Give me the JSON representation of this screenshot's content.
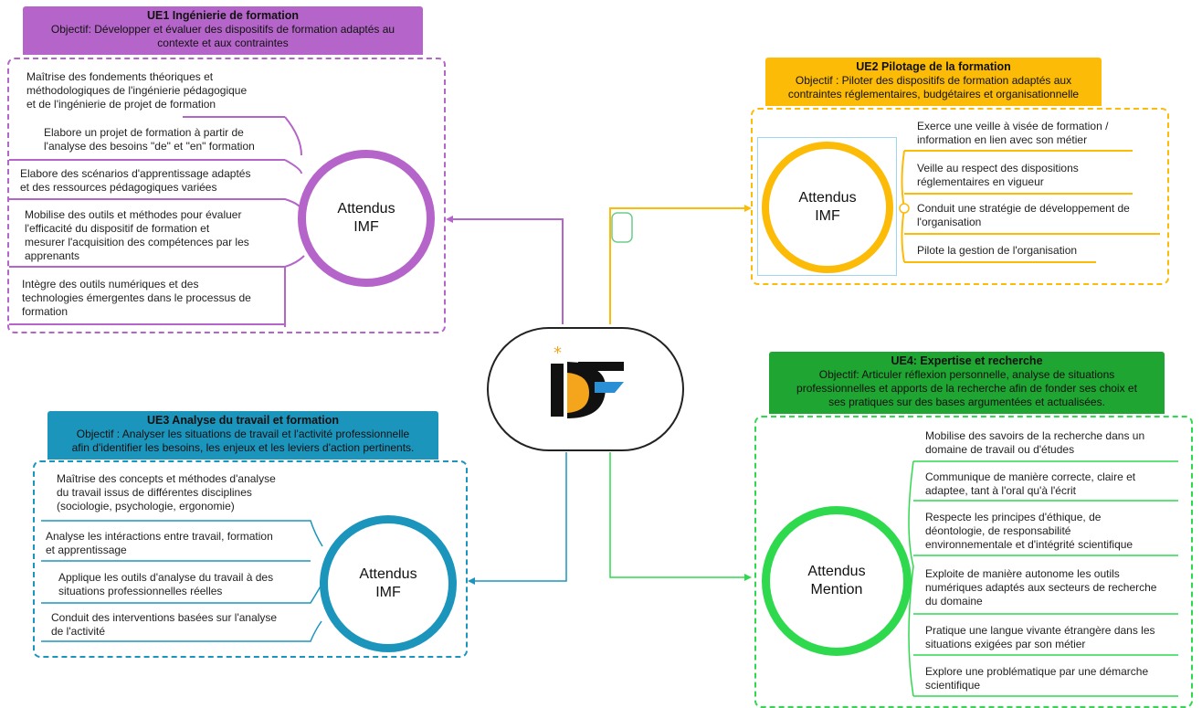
{
  "colors": {
    "ue1": "#b565c9",
    "ue2": "#fbbb07",
    "ue3": "#1c95bd",
    "ue4": "#2fd94e",
    "ue4_header": "#1fa531"
  },
  "center": {
    "logo": "IMF logo"
  },
  "ue1": {
    "title": "UE1 Ingénierie de formation",
    "objective_1": "Objectif: Développer et évaluer des dispositifs de formation adaptés au",
    "objective_2": "contexte et aux contraintes",
    "circle": {
      "line1": "Attendus",
      "line2": "IMF"
    },
    "items": [
      {
        "l1": "Maîtrise des fondements théoriques et",
        "l2": "méthodologiques de l'ingénierie pédagogique",
        "l3": "et de l'ingénierie de projet de formation"
      },
      {
        "l1": "Elabore un projet de formation à partir de",
        "l2": "l'analyse des besoins \"de\" et \"en\" formation"
      },
      {
        "l1": "Elabore des scénarios d'apprentissage adaptés",
        "l2": "et des ressources pédagogiques variées"
      },
      {
        "l1": "Mobilise des outils et méthodes pour évaluer",
        "l2": "l'efficacité du dispositif de formation et",
        "l3": "mesurer l'acquisition des compétences par les",
        "l4": "apprenants"
      },
      {
        "l1": "Intègre des outils numériques et des",
        "l2": "technologies émergentes dans le processus de",
        "l3": "formation"
      }
    ]
  },
  "ue2": {
    "title": "UE2 Pilotage de la formation",
    "objective_1": "Objectif : Piloter des dispositifs de formation adaptés aux",
    "objective_2": "contraintes réglementaires, budgétaires et organisationnelle",
    "circle": {
      "line1": "Attendus",
      "line2": "IMF"
    },
    "items": [
      {
        "l1": "Exerce une veille à visée de formation /",
        "l2": "information en lien avec son métier"
      },
      {
        "l1": "Veille au respect des dispositions",
        "l2": "réglementaires en vigueur"
      },
      {
        "l1": "Conduit une stratégie de développement de",
        "l2": "l'organisation"
      },
      {
        "l1": "Pilote la gestion de l'organisation"
      }
    ]
  },
  "ue3": {
    "title": "UE3 Analyse du travail et formation",
    "objective_1": "Objectif : Analyser les situations de travail et l'activité professionnelle",
    "objective_2": "afin d'identifier les besoins, les enjeux et les leviers d'action pertinents.",
    "circle": {
      "line1": "Attendus",
      "line2": "IMF"
    },
    "items": [
      {
        "l1": "Maîtrise des concepts et méthodes d'analyse",
        "l2": "du travail issus de différentes disciplines",
        "l3": "(sociologie, psychologie, ergonomie)"
      },
      {
        "l1": "Analyse les intéractions entre travail, formation",
        "l2": "et apprentissage"
      },
      {
        "l1": "Applique les outils d'analyse du travail à des",
        "l2": "situations professionnelles réelles"
      },
      {
        "l1": "Conduit des interventions basées sur l'analyse",
        "l2": "de l'activité"
      }
    ]
  },
  "ue4": {
    "title": "UE4: Expertise et recherche",
    "objective_1": "Objectif: Articuler réflexion personnelle, analyse de situations",
    "objective_2": "professionnelles et apports de la recherche afin de fonder ses choix et",
    "objective_3": "ses pratiques sur des bases argumentées et actualisées.",
    "circle": {
      "line1": "Attendus",
      "line2": "Mention"
    },
    "items": [
      {
        "l1": "Mobilise des savoirs de la recherche dans un",
        "l2": "domaine de travail ou d'études"
      },
      {
        "l1": "Communique de manière correcte, claire et",
        "l2": "adaptee, tant à l'oral qu'à l'écrit"
      },
      {
        "l1": "Respecte les principes d'éthique, de",
        "l2": "déontologie, de responsabilité",
        "l3": "environnementale et d'intégrité scientifique"
      },
      {
        "l1": "Exploite de manière autonome les outils",
        "l2": "numériques adaptés aux secteurs de recherche",
        "l3": "du domaine"
      },
      {
        "l1": "Pratique une langue vivante étrangère dans les",
        "l2": "situations exigées par son métier"
      },
      {
        "l1": "Explore une problématique par une démarche",
        "l2": "scientifique"
      }
    ]
  }
}
